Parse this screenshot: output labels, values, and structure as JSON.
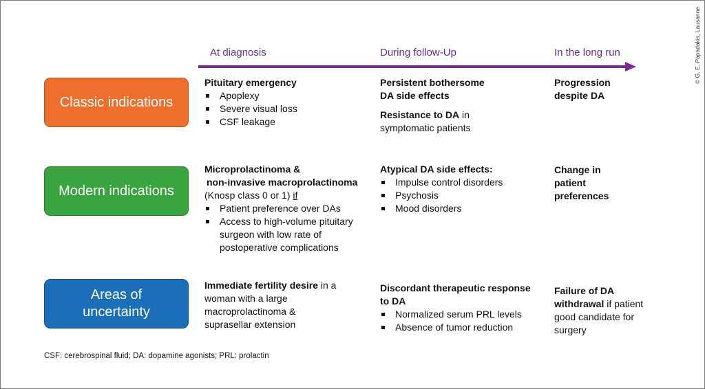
{
  "phases": [
    "At diagnosis",
    "During follow-Up",
    "In the long run"
  ],
  "colors": {
    "timeline": "#7b2d96",
    "classic": "#ee6f2d",
    "modern": "#3aa540",
    "uncertainty": "#1a6fb8"
  },
  "copyright": "© G. E. Papadakis, Lausanne",
  "rows": {
    "classic": {
      "label": "Classic indications",
      "diag_title": "Pituitary emergency",
      "diag_items": [
        "Apoplexy",
        "Severe visual loss",
        "CSF leakage"
      ],
      "follow_line1": "Persistent bothersome",
      "follow_line2": "DA side effects",
      "follow_b_bold": "Resistance to DA",
      "follow_b_rest": " in",
      "follow_b_line2": "symptomatic patients",
      "long_line1": "Progression",
      "long_line2": "despite DA"
    },
    "modern": {
      "label": "Modern indications",
      "diag_line1": "Microprolactinoma &",
      "diag_line2": "non-invasive macroprolactinoma",
      "diag_line3": "(Knosp class 0 or 1) ",
      "diag_if": "if",
      "diag_item1": "Patient preference over DAs",
      "diag_item2_l1": "Access to high-volume pituitary",
      "diag_item2_l2": "surgeon with low rate of",
      "diag_item2_l3": "postoperative complications",
      "follow_title": "Atypical DA side effects:",
      "follow_items": [
        "Impulse control disorders",
        "Psychosis",
        "Mood disorders"
      ],
      "long_line1": "Change in",
      "long_line2": "patient",
      "long_line3": "preferences"
    },
    "uncertainty": {
      "label_line1": "Areas of",
      "label_line2": "uncertainty",
      "diag_bold": "Immediate fertility desire",
      "diag_rest": " in a",
      "diag_line2": "woman with a large",
      "diag_line3": "macroprolactinoma &",
      "diag_line4": "suprasellar extension",
      "follow_line1": "Discordant therapeutic response",
      "follow_line2": "to DA",
      "follow_items": [
        "Normalized serum PRL levels",
        "Absence of tumor reduction"
      ],
      "long_line1": "Failure of DA",
      "long_line2_bold": "withdrawal",
      "long_line2_rest": " if patient",
      "long_line3": "good candidate for",
      "long_line4": "surgery"
    }
  },
  "footnote": "CSF: cerebrospinal fluid; DA: dopamine agonists; PRL: prolactin"
}
